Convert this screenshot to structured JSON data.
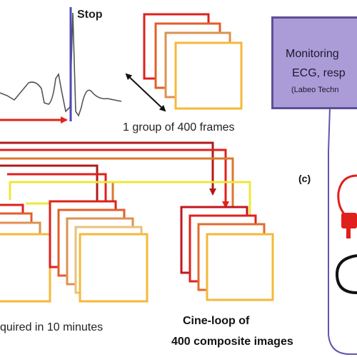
{
  "labels": {
    "stop": "Stop",
    "group_caption": "1 group of 400 frames",
    "acquired_caption": "quired in 10 minutes",
    "cine_line1": "Cine-loop of",
    "cine_line2": "400 composite images",
    "panel_c": "(c)",
    "monitoring_line1": "Monitoring",
    "monitoring_line2": "ECG, resp",
    "monitoring_line3": "(Labeo Techn"
  },
  "colors": {
    "frame_palette": [
      "#e0201c",
      "#e25e2a",
      "#dd9150",
      "#f6b83a"
    ],
    "ecg_trace": "#555555",
    "stop_marker": "#4b4ab8",
    "timing_arrow": "#e2231a",
    "monitoring_fill": "#ab9cd8",
    "monitoring_border": "#5d4f96",
    "cable": "#5d56b0",
    "dark_red_connector": "#9a1010",
    "yellow_connector": "#ece83a"
  },
  "icons": {
    "stacks": [
      "frame-stack-icon"
    ],
    "arrows": [
      "double-arrow-icon",
      "red-arrow-icon"
    ],
    "sensors": [
      "electrode-sensor-icon",
      "lead-loop-icon"
    ]
  }
}
